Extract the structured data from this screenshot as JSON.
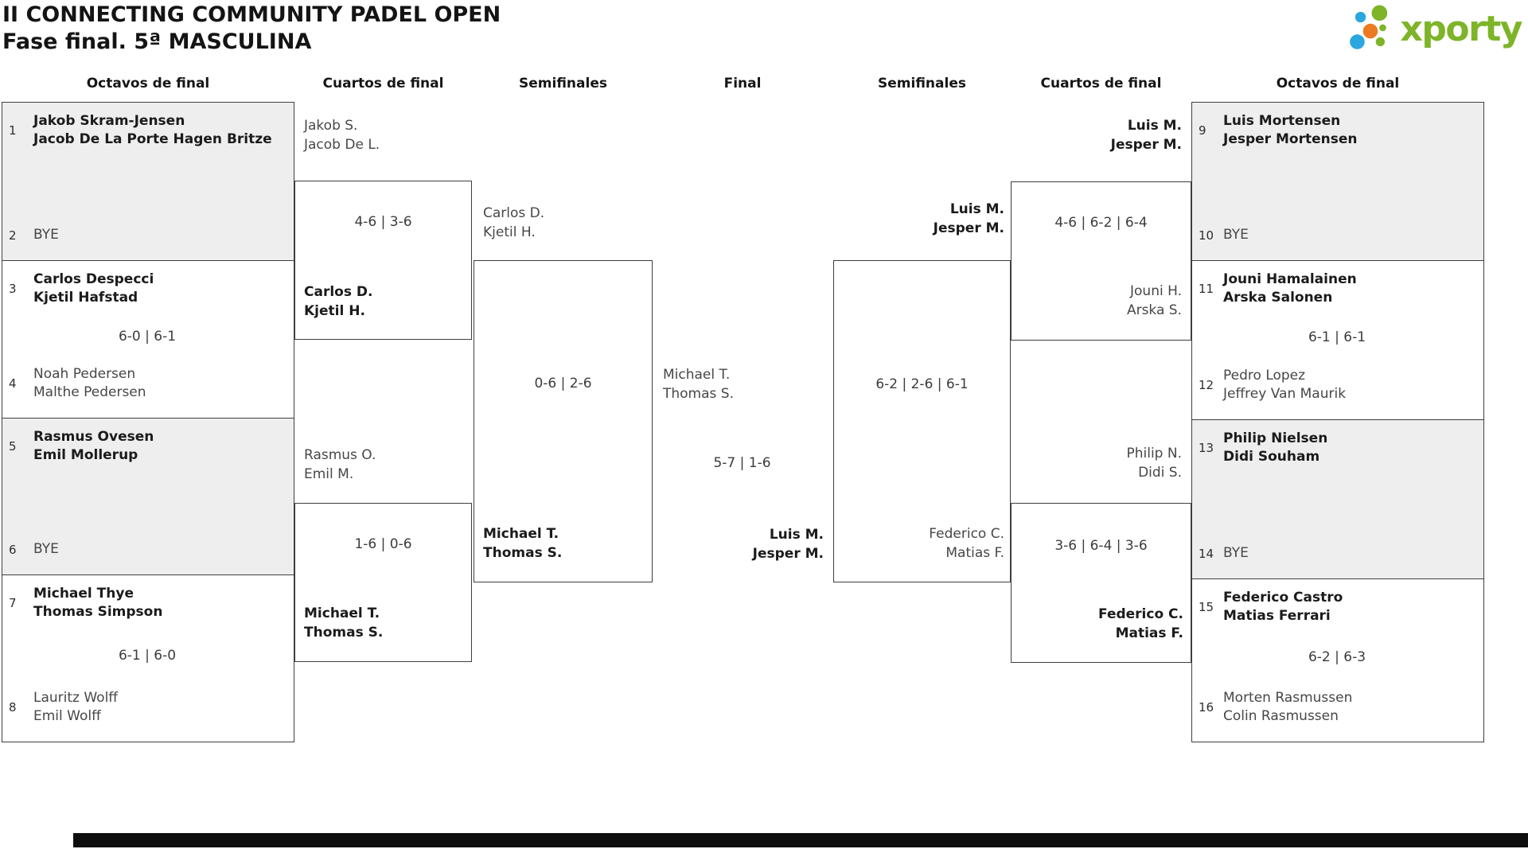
{
  "header": {
    "title_line1": "II CONNECTING COMMUNITY PADEL OPEN",
    "title_line2": "Fase final. 5ª MASCULINA"
  },
  "logo": {
    "brand": "xporty"
  },
  "colors": {
    "brand_green": "#7db428",
    "brand_blue": "#2ba7e0",
    "brand_orange": "#ec7a23",
    "box_gray": "#eeeeee",
    "border": "#3e3e3e"
  },
  "rounds": [
    "Octavos de final",
    "Cuartos de final",
    "Semifinales",
    "Final",
    "Semifinales",
    "Cuartos de final",
    "Octavos de final"
  ],
  "octavos_left": [
    {
      "seed_top": "1",
      "top_p1": "Jakob Skram-Jensen",
      "top_p2": "Jacob De La Porte Hagen Britze",
      "score": "",
      "seed_bottom": "2",
      "bottom_p1": "BYE",
      "bottom_p2": "",
      "winner": "top"
    },
    {
      "seed_top": "3",
      "top_p1": "Carlos Despecci",
      "top_p2": "Kjetil Hafstad",
      "score": "6-0 | 6-1",
      "seed_bottom": "4",
      "bottom_p1": "Noah Pedersen",
      "bottom_p2": "Malthe Pedersen",
      "winner": "top"
    },
    {
      "seed_top": "5",
      "top_p1": "Rasmus Ovesen",
      "top_p2": "Emil Mollerup",
      "score": "",
      "seed_bottom": "6",
      "bottom_p1": "BYE",
      "bottom_p2": "",
      "winner": "top"
    },
    {
      "seed_top": "7",
      "top_p1": "Michael Thye",
      "top_p2": "Thomas Simpson",
      "score": "6-1 | 6-0",
      "seed_bottom": "8",
      "bottom_p1": "Lauritz Wolff",
      "bottom_p2": "Emil Wolff",
      "winner": "top"
    }
  ],
  "octavos_right": [
    {
      "seed_top": "9",
      "top_p1": "Luis Mortensen",
      "top_p2": "Jesper Mortensen",
      "score": "",
      "seed_bottom": "10",
      "bottom_p1": "BYE",
      "bottom_p2": "",
      "winner": "top"
    },
    {
      "seed_top": "11",
      "top_p1": "Jouni Hamalainen",
      "top_p2": "Arska Salonen",
      "score": "6-1 | 6-1",
      "seed_bottom": "12",
      "bottom_p1": "Pedro Lopez",
      "bottom_p2": "Jeffrey Van Maurik",
      "winner": "top"
    },
    {
      "seed_top": "13",
      "top_p1": "Philip Nielsen",
      "top_p2": "Didi Souham",
      "score": "",
      "seed_bottom": "14",
      "bottom_p1": "BYE",
      "bottom_p2": "",
      "winner": "top"
    },
    {
      "seed_top": "15",
      "top_p1": "Federico Castro",
      "top_p2": "Matias Ferrari",
      "score": "6-2 | 6-3",
      "seed_bottom": "16",
      "bottom_p1": "Morten Rasmussen",
      "bottom_p2": "Colin Rasmussen",
      "winner": "top"
    }
  ],
  "cuartos_left": [
    {
      "top_p1": "Jakob S.",
      "top_p2": "Jacob De L.",
      "score": "4-6 | 3-6",
      "bottom_p1": "Carlos D.",
      "bottom_p2": "Kjetil H.",
      "winner": "bottom"
    },
    {
      "top_p1": "Rasmus O.",
      "top_p2": "Emil M.",
      "score": "1-6 | 0-6",
      "bottom_p1": "Michael T.",
      "bottom_p2": "Thomas S.",
      "winner": "bottom"
    }
  ],
  "cuartos_right": [
    {
      "top_p1": "Luis M.",
      "top_p2": "Jesper M.",
      "score": "4-6 | 6-2 | 6-4",
      "bottom_p1": "Jouni H.",
      "bottom_p2": "Arska S.",
      "winner": "top"
    },
    {
      "top_p1": "Philip N.",
      "top_p2": "Didi S.",
      "score": "3-6 | 6-4 | 3-6",
      "bottom_p1": "Federico C.",
      "bottom_p2": "Matias F.",
      "winner": "bottom"
    }
  ],
  "semis_left": {
    "top_p1": "Carlos D.",
    "top_p2": "Kjetil H.",
    "score": "0-6 | 2-6",
    "bottom_p1": "Michael T.",
    "bottom_p2": "Thomas S.",
    "winner": "bottom"
  },
  "semis_right": {
    "top_p1": "Luis M.",
    "top_p2": "Jesper M.",
    "score": "6-2 | 2-6 | 6-1",
    "bottom_p1": "Federico C.",
    "bottom_p2": "Matias F.",
    "winner": "top"
  },
  "final": {
    "top_p1": "Michael T.",
    "top_p2": "Thomas S.",
    "score": "5-7 | 1-6",
    "bottom_p1": "Luis M.",
    "bottom_p2": "Jesper M.",
    "winner": "bottom"
  }
}
